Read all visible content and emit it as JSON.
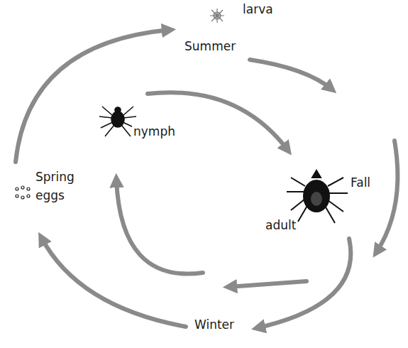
{
  "diagram": {
    "labels": [
      "larva",
      "Summer",
      "nymph",
      "Spring",
      "eggs",
      "Fall",
      "adult",
      "Winter"
    ]
  }
}
